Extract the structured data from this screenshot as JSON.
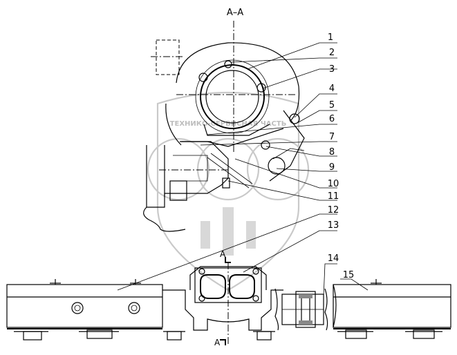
{
  "drawing": {
    "section_title": "A–A",
    "section_mark_bottom": "A",
    "section_mark_top": "A",
    "callouts": [
      "1",
      "2",
      "3",
      "4",
      "5",
      "6",
      "7",
      "8",
      "9",
      "10",
      "11",
      "12",
      "13",
      "14",
      "15"
    ],
    "watermark_text": "ТЕХНИКО-СЕРВИСНАЯ ЧАСТЬ"
  }
}
